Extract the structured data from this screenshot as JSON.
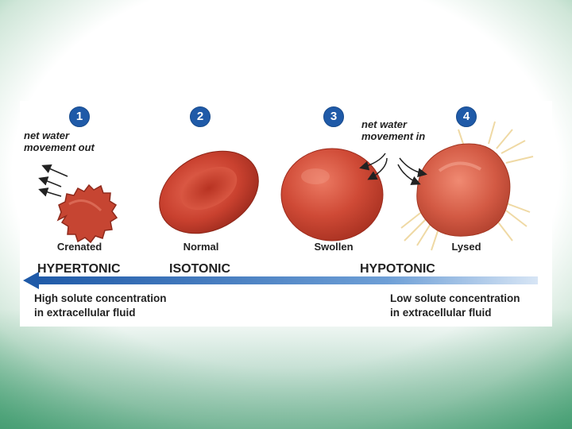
{
  "colors": {
    "frame_green": "#2f8f62",
    "badge_blue": "#1f5aa8",
    "cell_red": "#c94a3a",
    "arrow_blue": "#2a6fc2"
  },
  "badges": [
    "1",
    "2",
    "3",
    "4"
  ],
  "notes": {
    "out": [
      "net water",
      "movement out"
    ],
    "in": [
      "net water",
      "movement in"
    ]
  },
  "cells": [
    "Crenated",
    "Normal",
    "Swollen",
    "Lysed"
  ],
  "tonicity": {
    "hyper": "HYPERTONIC",
    "iso": "ISOTONIC",
    "hypo": "HYPOTONIC"
  },
  "concentration": {
    "high": [
      "High solute concentration",
      "in extracellular fluid"
    ],
    "low": [
      "Low solute concentration",
      "in extracellular fluid"
    ]
  }
}
